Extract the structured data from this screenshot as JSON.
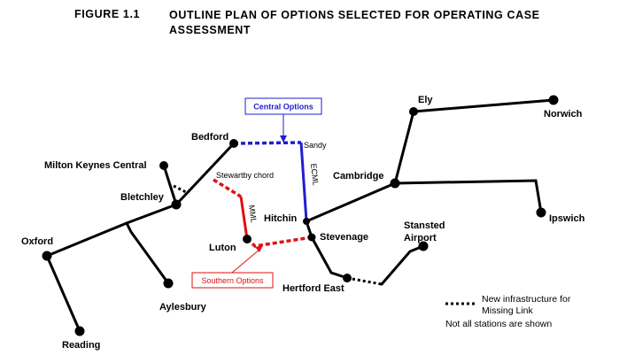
{
  "figure": {
    "number": "FIGURE 1.1",
    "title": "OUTLINE PLAN OF OPTIONS SELECTED FOR OPERATING CASE ASSESSMENT"
  },
  "stations": {
    "ely": "Ely",
    "norwich": "Norwich",
    "bedford": "Bedford",
    "sandy": "Sandy",
    "milton_keynes": "Milton Keynes Central",
    "stewartby": "Stewartby chord",
    "cambridge": "Cambridge",
    "bletchley": "Bletchley",
    "hitchin": "Hitchin",
    "ipswich": "Ipswich",
    "stansted": "Stansted",
    "stansted_2": "Airport",
    "oxford": "Oxford",
    "stevenage": "Stevenage",
    "luton": "Luton",
    "hertford_east": "Hertford East",
    "aylesbury": "Aylesbury",
    "reading": "Reading"
  },
  "line_labels": {
    "ecml": "ECML",
    "mml": "MML"
  },
  "callouts": {
    "central": "Central Options",
    "southern": "Southern Options"
  },
  "legend": {
    "line1": "New infrastructure for",
    "line2": "Missing Link",
    "note": "Not all stations are shown"
  },
  "colors": {
    "existing": "#000000",
    "central": "#1f1fd0",
    "southern": "#e01010"
  }
}
